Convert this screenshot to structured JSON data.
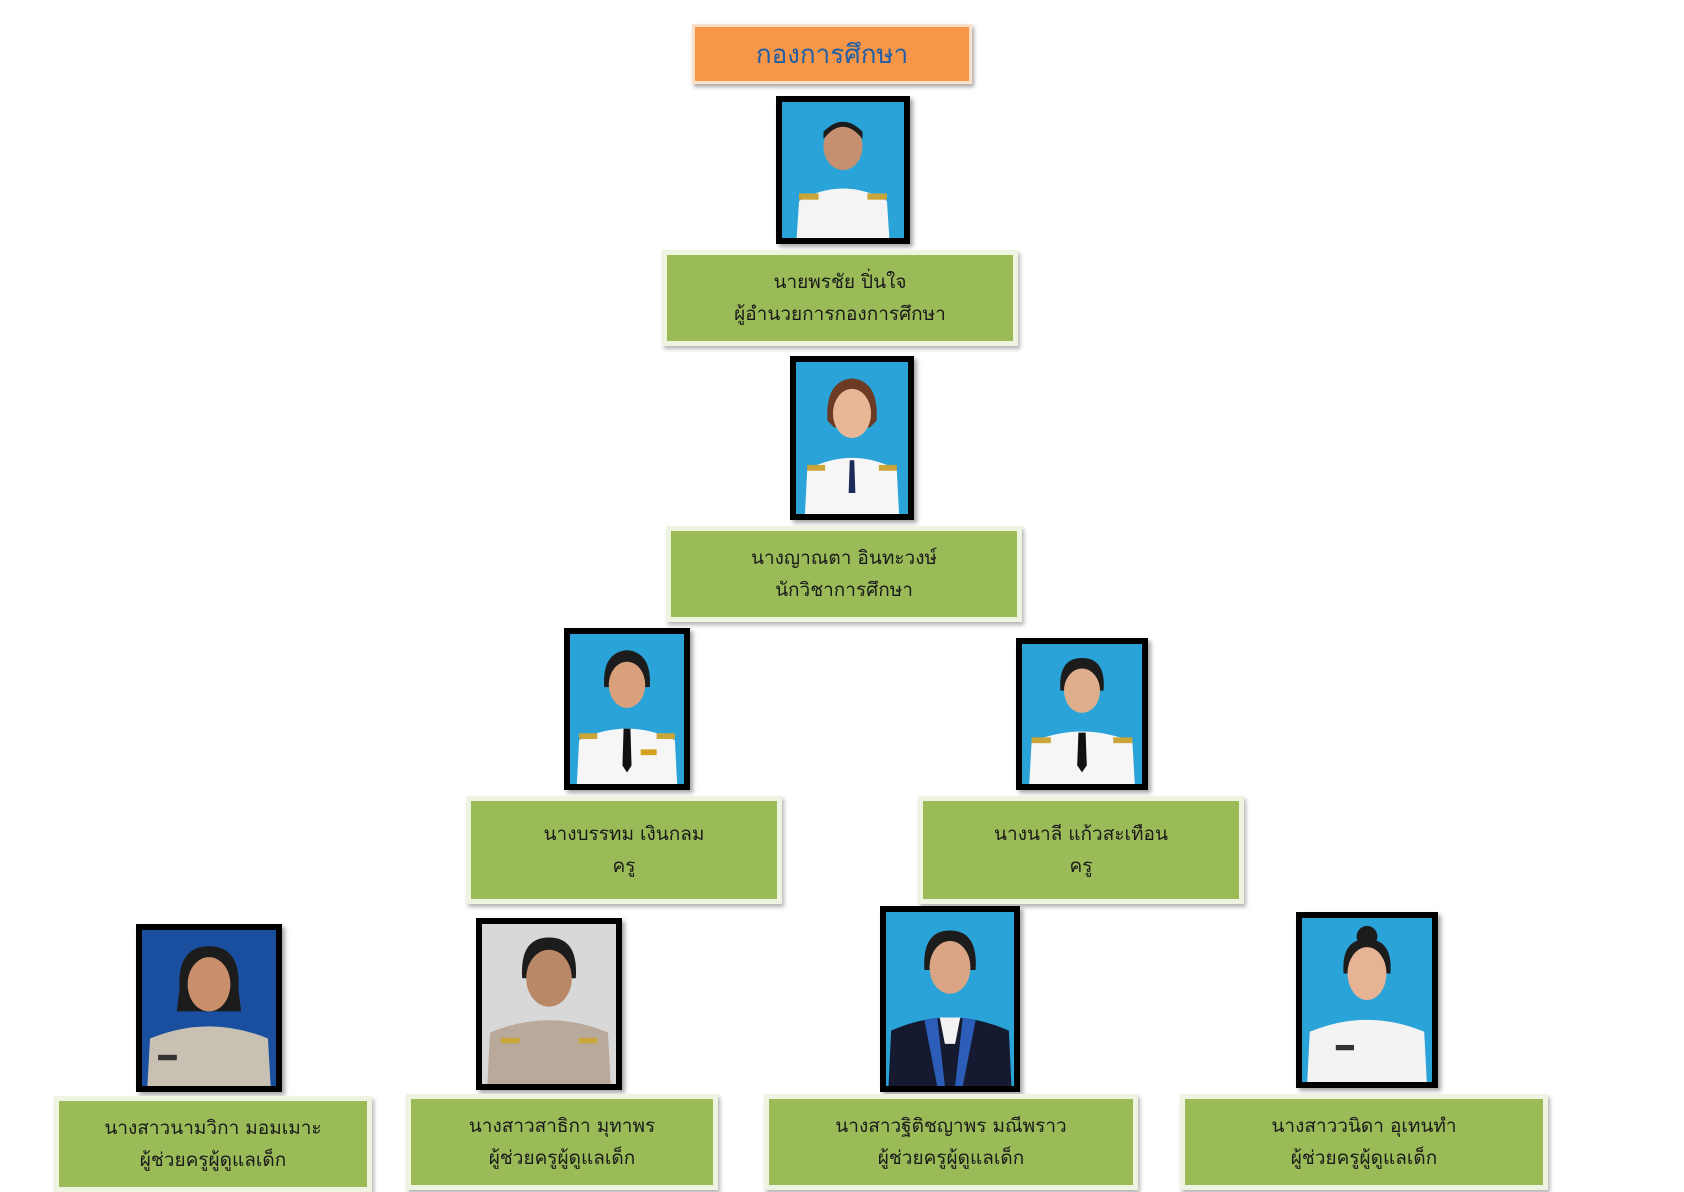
{
  "title": "กองการศึกษา",
  "colors": {
    "header_bg": "#f79646",
    "header_text": "#1f5fa8",
    "label_bg": "#9bbb59",
    "photo_frame": "#000000"
  },
  "people": [
    {
      "name": "นายพรชัย  ปิ่นใจ",
      "position": "ผู้อำนวยการกองการศึกษา"
    },
    {
      "name": "นางญาณตา  อินทะวงษ์",
      "position": "นักวิชาการศึกษา"
    },
    {
      "name": "นางบรรทม  เงินกลม",
      "position": "ครู"
    },
    {
      "name": "นางนาลี  แก้วสะเทือน",
      "position": "ครู"
    },
    {
      "name": "นางสาวนามวิกา  มอมเมาะ",
      "position": "ผู้ช่วยครูผู้ดูแลเด็ก"
    },
    {
      "name": "นางสาวสาธิกา  มุทาพร",
      "position": "ผู้ช่วยครูผู้ดูแลเด็ก"
    },
    {
      "name": "นางสาวฐิติชญาพร  มณีพราว",
      "position": "ผู้ช่วยครูผู้ดูแลเด็ก"
    },
    {
      "name": "นางสาววนิดา  อุเทนทำ",
      "position": "ผู้ช่วยครูผู้ดูแลเด็ก"
    }
  ]
}
